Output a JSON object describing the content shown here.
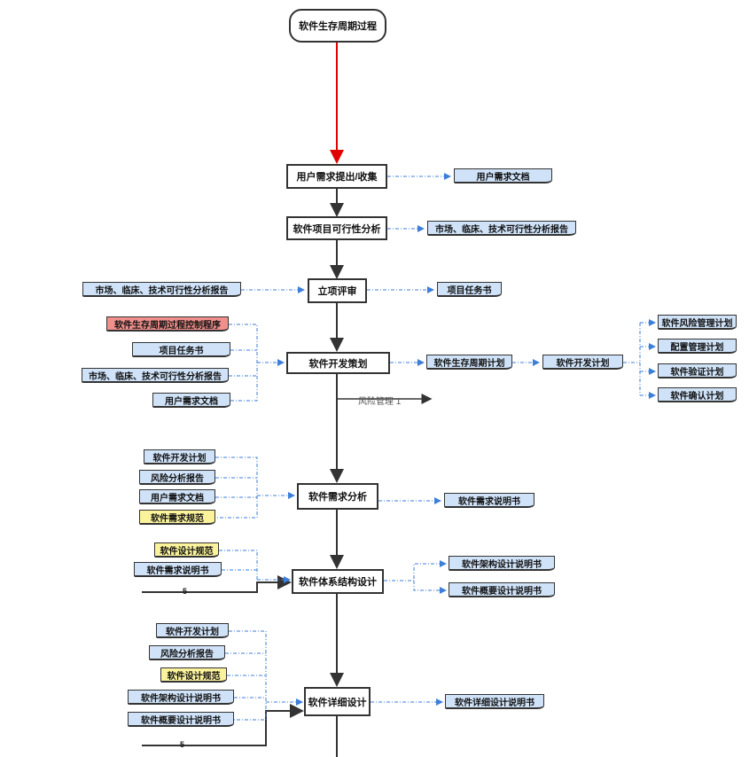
{
  "colors": {
    "process_border": "#333333",
    "doc_blue": "#cfe2f8",
    "doc_red": "#f08f8c",
    "doc_yellow": "#fbf39c",
    "dashed_arrow": "#3d7fd8",
    "start_arrow": "#e00000",
    "flow": "#333333"
  },
  "start": "软件生存周期过程",
  "processes": {
    "req_collect": "用户需求提出/收集",
    "feasibility": "软件项目可行性分析",
    "approval": "立项评审",
    "dev_planning": "软件开发策划",
    "req_analysis": "软件需求分析",
    "arch_design": "软件体系结构设计",
    "detail_design": "软件详细设计"
  },
  "docs": {
    "user_req_doc": "用户需求文档",
    "market_report": "市场、临床、技术可行性分析报告",
    "task_book": "项目任务书",
    "lifecycle_control": "软件生存周期过程控制程序",
    "lifecycle_plan": "软件生存周期计划",
    "dev_plan": "软件开发计划",
    "risk_plan": "软件风险管理计划",
    "config_plan": "配置管理计划",
    "verify_plan": "软件验证计划",
    "confirm_plan": "软件确认计划",
    "risk_report": "风险分析报告",
    "req_spec": "软件需求规范",
    "req_manual": "软件需求说明书",
    "design_spec": "软件设计规范",
    "arch_manual": "软件架构设计说明书",
    "outline_manual": "软件概要设计说明书",
    "detail_manual": "软件详细设计说明书"
  },
  "labels": {
    "risk_mgmt": "风险管理 1",
    "loop5": "5"
  }
}
